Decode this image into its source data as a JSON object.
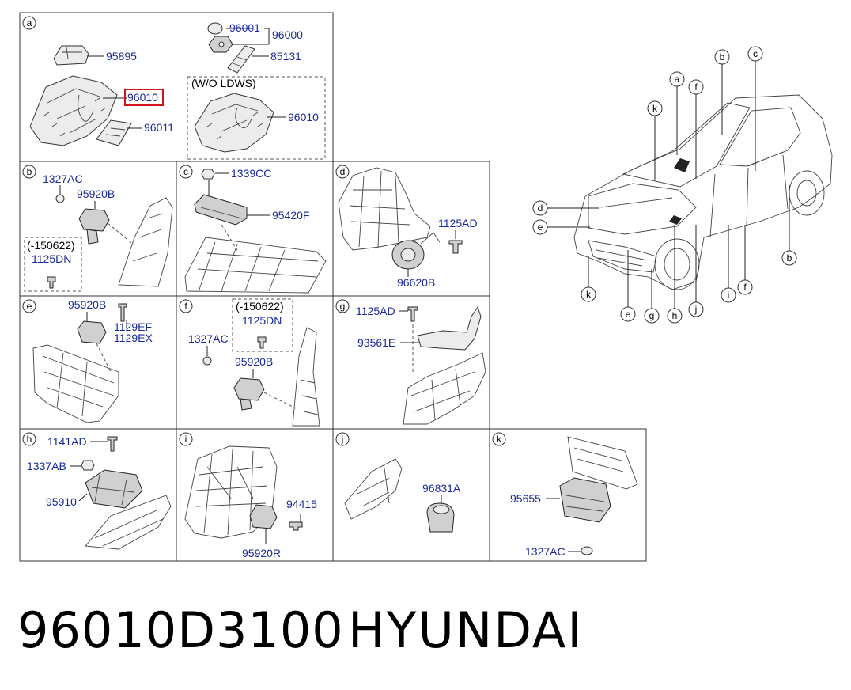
{
  "panels": {
    "a": {
      "tag": "a",
      "labels": {
        "p95895": "95895",
        "p96010": "96010",
        "p96011": "96011",
        "p96001": "96001",
        "p96000": "96000",
        "p85131": "85131",
        "wo": "(W/O LDWS)",
        "p96010b": "96010"
      }
    },
    "b": {
      "tag": "b",
      "labels": {
        "p1327ac": "1327AC",
        "p95920b": "95920B",
        "date": "(-150622)",
        "p1125dn": "1125DN"
      }
    },
    "c": {
      "tag": "c",
      "labels": {
        "p1339cc": "1339CC",
        "p95420f": "95420F"
      }
    },
    "d": {
      "tag": "d",
      "labels": {
        "p1125ad": "1125AD",
        "p96620b": "96620B"
      }
    },
    "e": {
      "tag": "e",
      "labels": {
        "p95920b": "95920B",
        "p1129ef": "1129EF",
        "p1129ex": "1129EX"
      }
    },
    "f": {
      "tag": "f",
      "labels": {
        "date": "(-150622)",
        "p1125dn": "1125DN",
        "p1327ac": "1327AC",
        "p95920b": "95920B"
      }
    },
    "g": {
      "tag": "g",
      "labels": {
        "p1125ad": "1125AD",
        "p93561e": "93561E"
      }
    },
    "h": {
      "tag": "h",
      "labels": {
        "p1141ad": "1141AD",
        "p1337ab": "1337AB",
        "p95910": "95910"
      }
    },
    "i": {
      "tag": "i",
      "labels": {
        "p94415": "94415",
        "p95920r": "95920R"
      }
    },
    "j": {
      "tag": "j",
      "labels": {
        "p96831a": "96831A"
      }
    },
    "k": {
      "tag": "k",
      "labels": {
        "p95655": "95655",
        "p1327ac": "1327AC"
      }
    }
  },
  "car_callouts": [
    "a",
    "b",
    "c",
    "d",
    "e",
    "f",
    "g",
    "h",
    "i",
    "j",
    "k"
  ],
  "highlight_color": "#d4141c",
  "label_color": "#1a2a9c",
  "footer": {
    "part_number": "96010D3100",
    "brand": "HYUNDAI"
  }
}
